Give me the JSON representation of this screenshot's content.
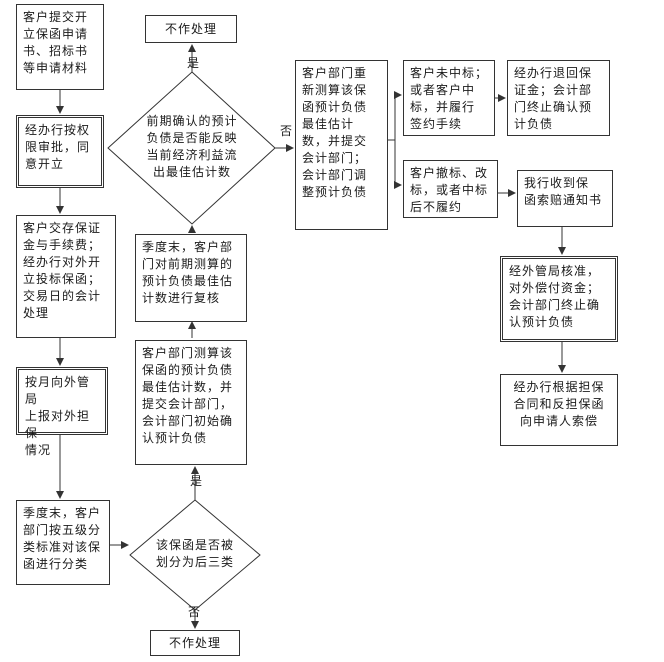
{
  "nodes": {
    "n1": "客户提交开\n立保函申请\n书、招标书\n等申请材料",
    "n2": "经办行按权\n限审批，同\n意开立",
    "n3": "客户交存保证\n金与手续费；\n经办行对外开\n立投标保函；\n交易日的会计\n处理",
    "n4": "按月向外管局\n上报对外担保\n情况",
    "n5": "季度末，客户\n部门按五级分\n类标准对该保\n函进行分类",
    "d1": "该保函是否被\n划分为后三类",
    "t1": "不作处理",
    "m1": "客户部门测算该\n保函的预计负债\n最佳估计数，并\n提交会计部门，\n会计部门初始确\n认预计负债",
    "m2": "季度末，客户部\n门对前期测算的\n预计负债最佳估\n计数进行复核",
    "d2": "前期确认的预计\n负债是否能反映\n当前经济利益流\n出最佳估计数",
    "t2": "不作处理",
    "r1": "客户部门重\n新测算该保\n函预计负债\n最佳估计\n数，并提交\n会计部门；\n会计部门调\n整预计负债",
    "r2": "客户未中标；\n或者客户中\n标，并履行\n签约手续",
    "r3": "经办行退回保\n证金；会计部\n门终止确认预\n计负债",
    "r4": "客户撤标、改\n标，或者中标\n后不履约",
    "r5": "我行收到保\n函索赔通知书",
    "r6": "经外管局核准，\n对外偿付资金；\n会计部门终止确\n认预计负债",
    "r7": "经办行根据担保\n合同和反担保函\n向申请人索偿"
  },
  "labels": {
    "yes_bottom": "是",
    "no_bottom": "否",
    "yes_top": "是",
    "no_right": "否"
  }
}
